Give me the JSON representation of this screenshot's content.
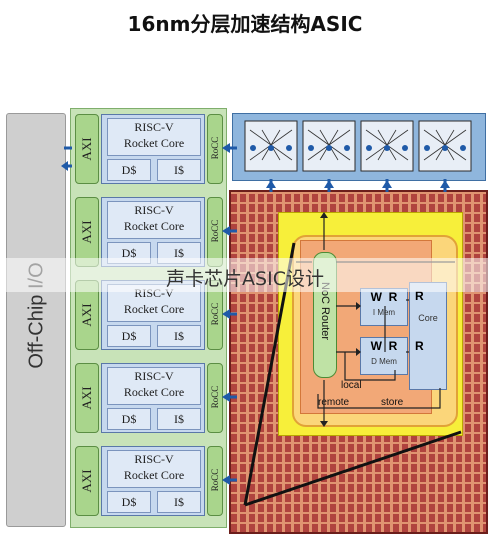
{
  "title": "16nm分层加速结构ASIC",
  "offchip": {
    "label": "Off-Chip I/O"
  },
  "tiles": [
    {
      "axi": "AXI",
      "core_line1": "RISC-V",
      "core_line2": "Rocket Core",
      "dcache": "D$",
      "icache": "I$",
      "rocc": "RoCC"
    },
    {
      "axi": "AXI",
      "core_line1": "RISC-V",
      "core_line2": "Rocket Core",
      "dcache": "D$",
      "icache": "I$",
      "rocc": "RoCC"
    },
    {
      "axi": "AXI",
      "core_line1": "RISC-V",
      "core_line2": "Rocket Core",
      "dcache": "D$",
      "icache": "I$",
      "rocc": "RoCC"
    },
    {
      "axi": "AXI",
      "core_line1": "RISC-V",
      "core_line2": "Rocket Core",
      "dcache": "D$",
      "icache": "I$",
      "rocc": "RoCC"
    },
    {
      "axi": "AXI",
      "core_line1": "RISC-V",
      "core_line2": "Rocket Core",
      "dcache": "D$",
      "icache": "I$",
      "rocc": "RoCC"
    }
  ],
  "noc": {
    "router_label": "NoC Router",
    "imem": {
      "w": "W",
      "r": "R",
      "label": "I Mem"
    },
    "dmem": {
      "w": "W",
      "r": "R",
      "label": "D Mem"
    },
    "core": {
      "r1": "R",
      "r2": "R",
      "label": "Core"
    },
    "local": "local",
    "remote": "remote",
    "store": "store"
  },
  "watermark": "声卡芯片ASIC设计",
  "colors": {
    "tile_green": "#c8e3b8",
    "fabric_red": "#b0433e",
    "yellow": "#f7ef3a",
    "array_blue": "#8fb6dd"
  }
}
